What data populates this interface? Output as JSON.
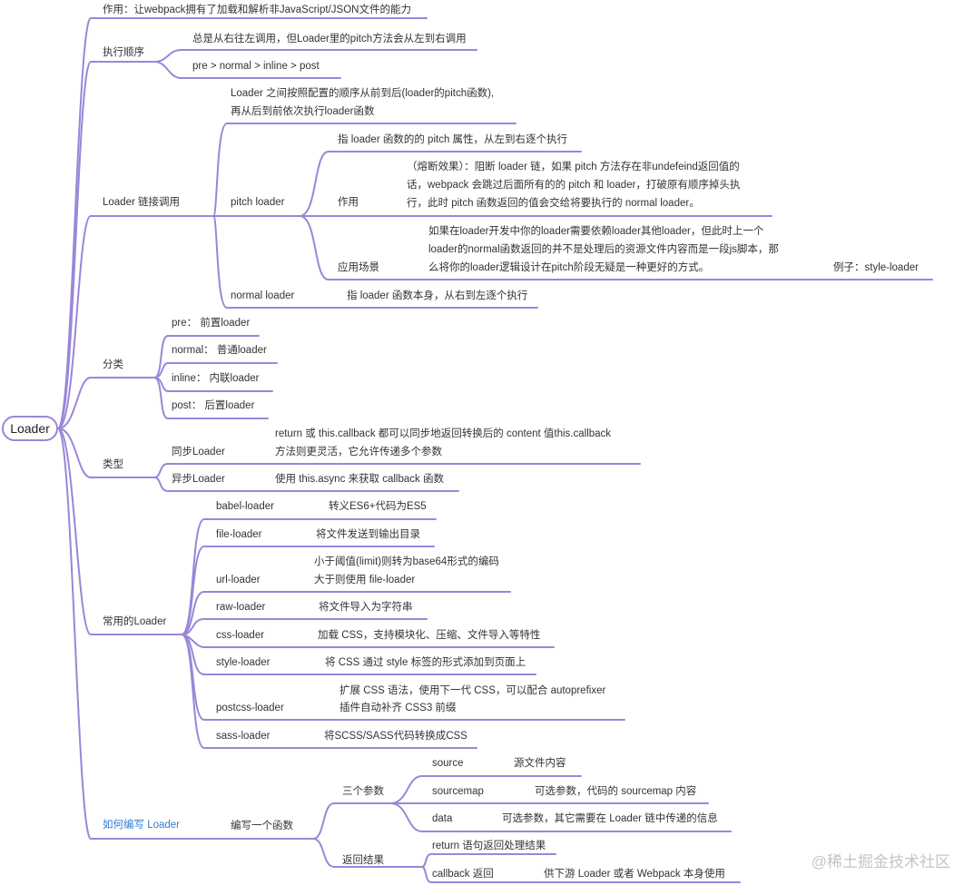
{
  "root": "Loader",
  "watermark": "@稀土掘金技术社区",
  "nodes": {
    "zuoyong": "作用：让webpack拥有了加载和解析非JavaScript/JSON文件的能力",
    "order": {
      "label": "执行顺序",
      "l1": "总是从右往左调用，但Loader里的pitch方法会从左到右调用",
      "l2": "pre > normal > inline > post"
    },
    "chain": {
      "label": "Loader 链接调用",
      "desc1": "Loader 之间按照配置的顺序从前到后(loader的pitch函数),",
      "desc2": "再从后到前依次执行loader函数",
      "pitch": "pitch loader",
      "pitch_def": "指 loader 函数的的 pitch 属性，从左到右逐个执行",
      "zy_label": "作用",
      "zy1": "（熔断效果）：阻断 loader 链，如果 pitch 方法存在非undefeind返回值的",
      "zy2": "话，webpack 会跳过后面所有的的 pitch 和 loader，打破原有顺序掉头执",
      "zy3": "行，此时 pitch 函数返回的值会交给将要执行的 normal loader。",
      "yy_label": "应用场景",
      "yy1": "如果在loader开发中你的loader需要依赖loader其他loader，但此时上一个",
      "yy2": "loader的normal函数返回的并不是处理后的资源文件内容而是一段js脚本，那",
      "yy3": "么将你的loader逻辑设计在pitch阶段无疑是一种更好的方式。",
      "example": "例子：style-loader",
      "normal": "normal loader",
      "normal_def": "指 loader 函数本身，从右到左逐个执行"
    },
    "category": {
      "label": "分类",
      "items": [
        "pre：  前置loader",
        "normal：  普通loader",
        "inline：  内联loader",
        "post：  后置loader"
      ]
    },
    "type": {
      "label": "类型",
      "sync": "同步Loader",
      "sync1": "return 或 this.callback 都可以同步地返回转换后的 content 值this.callback",
      "sync2": "方法则更灵活，它允许传递多个参数",
      "async": "异步Loader",
      "async1": "使用 this.async 来获取 callback 函数"
    },
    "common": {
      "label": "常用的Loader",
      "babel": "babel-loader",
      "babel_d": "转义ES6+代码为ES5",
      "file": "file-loader",
      "file_d": "将文件发送到输出目录",
      "url": "url-loader",
      "url_d1": "小于阈值(limit)则转为base64形式的编码",
      "url_d2": "大于则使用 file-loader",
      "raw": "raw-loader",
      "raw_d": "将文件导入为字符串",
      "css": "css-loader",
      "css_d": "加载 CSS，支持模块化、压缩、文件导入等特性",
      "style": "style-loader",
      "style_d": "将 CSS 通过 style 标签的形式添加到页面上",
      "postcss": "postcss-loader",
      "postcss_d1": "扩展 CSS 语法，使用下一代 CSS，可以配合 autoprefixer",
      "postcss_d2": "插件自动补齐 CSS3 前缀",
      "sass": "sass-loader",
      "sass_d": "将SCSS/SASS代码转换成CSS"
    },
    "write": {
      "label": "如何编写 Loader",
      "fn": "编写一个函数",
      "params": "三个参数",
      "source": "source",
      "source_d": "源文件内容",
      "sourcemap": "sourcemap",
      "sourcemap_d": "可选参数，代码的 sourcemap 内容",
      "data": "data",
      "data_d": "可选参数，其它需要在 Loader 链中传递的信息",
      "ret": "返回结果",
      "ret1": "return 语句返回处理结果",
      "ret2": "callback 返回",
      "ret2_d": "供下游 Loader 或者 Webpack 本身使用"
    }
  },
  "colors": {
    "line": "#9a86d9",
    "link": "#2f7bd6"
  }
}
